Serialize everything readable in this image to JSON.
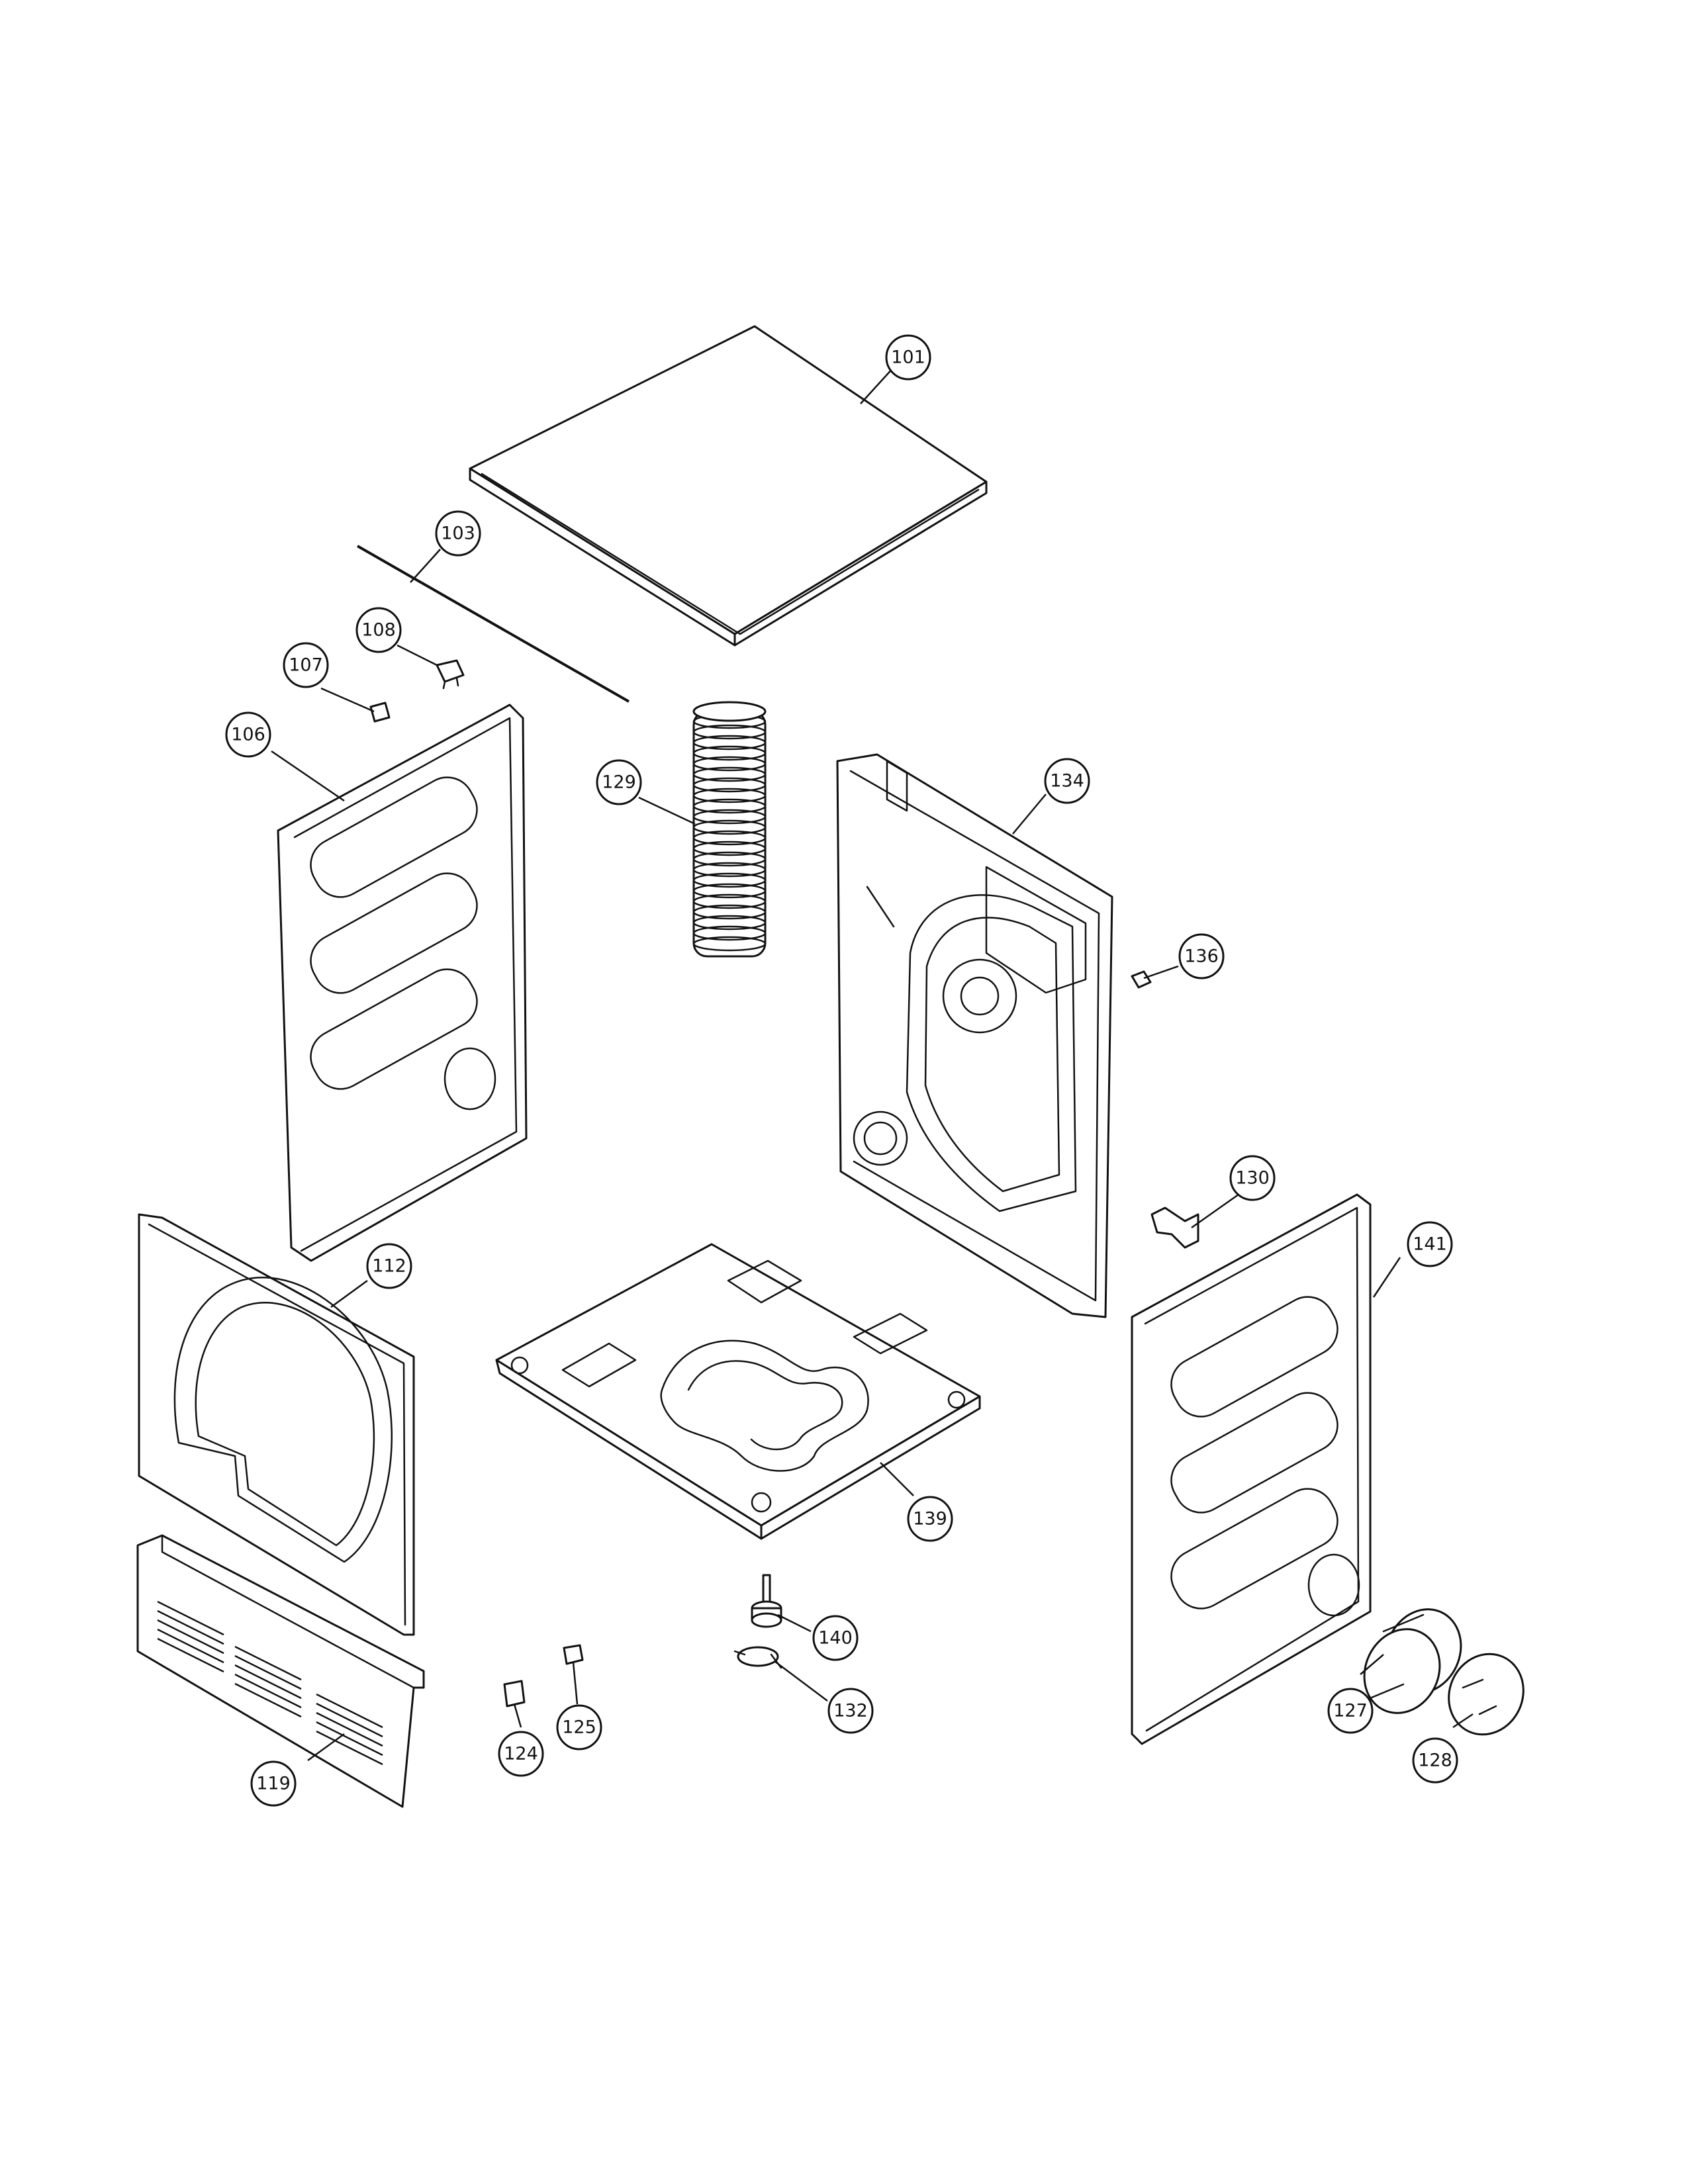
{
  "diagram": {
    "type": "exploded-parts-view",
    "callouts": [
      "101",
      "103",
      "106",
      "107",
      "108",
      "112",
      "119",
      "124",
      "125",
      "127",
      "128",
      "129",
      "130",
      "132",
      "134",
      "136",
      "139",
      "140",
      "141"
    ]
  }
}
